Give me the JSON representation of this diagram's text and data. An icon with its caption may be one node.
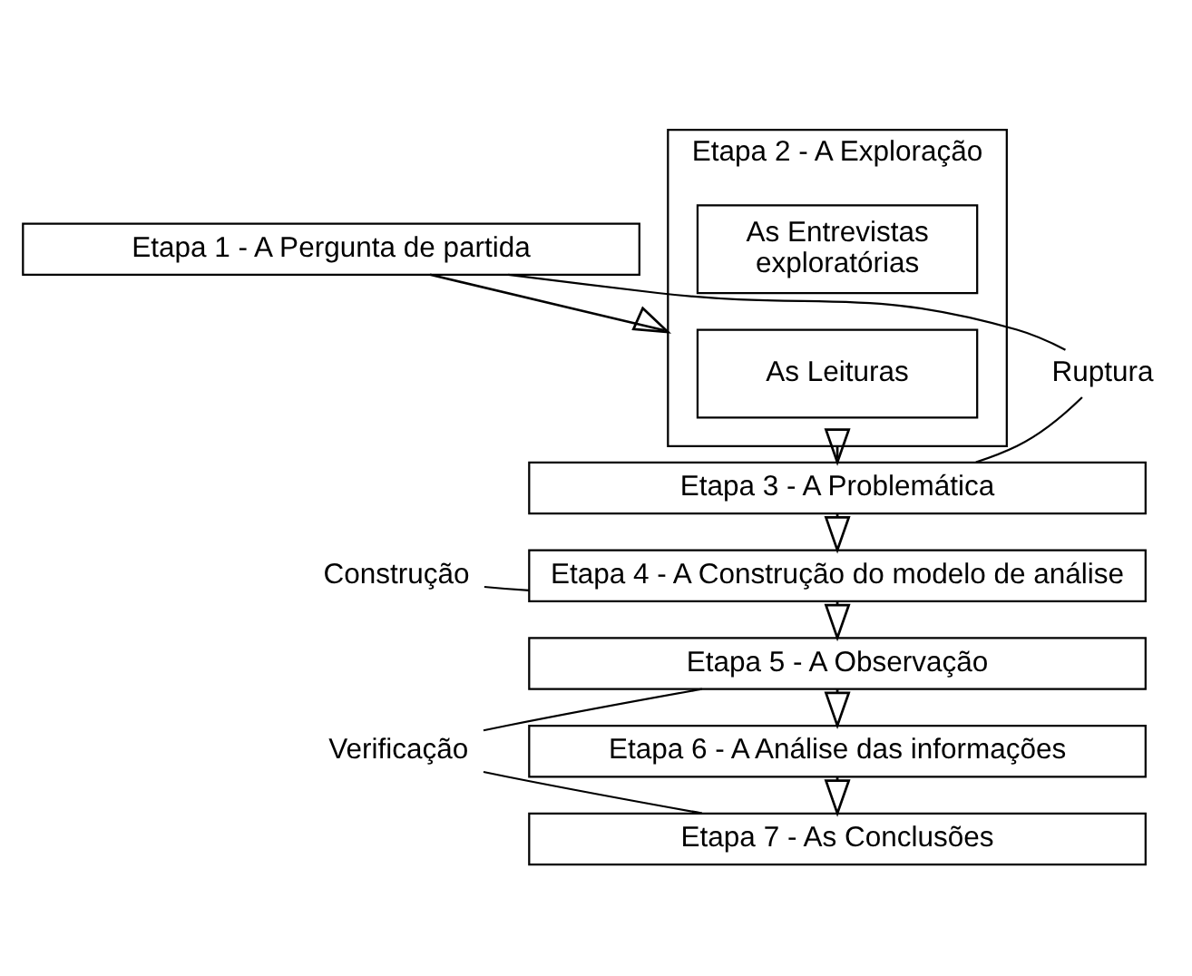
{
  "diagram": {
    "nodes": [
      {
        "text": [
          "Etapa 1 - A Pergunta de partida"
        ]
      },
      {
        "text": [
          "Etapa 2 - A Exploração"
        ]
      },
      {
        "text": [
          "As Leituras"
        ],
        "in": 1
      },
      {
        "text": [
          "As Entrevistas exploratórias"
        ],
        "in": 1
      },
      {
        "text": [
          "Etapa 3 - A Problemática"
        ]
      },
      {
        "text": [
          "Etapa 4 - A Construção do modelo de análise"
        ]
      },
      {
        "text": [
          "Etapa 5 - A Observação"
        ]
      },
      {
        "text": [
          "Etapa 6 - A Análise das informações"
        ]
      },
      {
        "text": [
          "Etapa 7 - As Conclusões"
        ]
      },
      {
        "text": [
          "Ruptura"
        ]
      },
      {
        "text": [
          "Construção"
        ]
      },
      {
        "text": [
          "Verificação"
        ]
      }
    ],
    "edges": [
      {
        "from": 0,
        "to": 1,
        "arrow": "to"
      },
      {
        "from": 1,
        "to": 4,
        "arrow": "to"
      },
      {
        "from": 4,
        "to": 5,
        "arrow": "to"
      },
      {
        "from": 5,
        "to": 6,
        "arrow": "to"
      },
      {
        "from": 6,
        "to": 7,
        "arrow": "to"
      },
      {
        "from": 7,
        "to": 8,
        "arrow": "to"
      },
      {
        "from": 9,
        "to": 0,
        "arrow": "none"
      },
      {
        "from": 9,
        "to": 4,
        "arrow": "none"
      },
      {
        "from": 10,
        "to": 5,
        "arrow": "none"
      },
      {
        "from": 11,
        "to": 6,
        "arrow": "none"
      },
      {
        "from": 11,
        "to": 8,
        "arrow": "none"
      }
    ]
  }
}
